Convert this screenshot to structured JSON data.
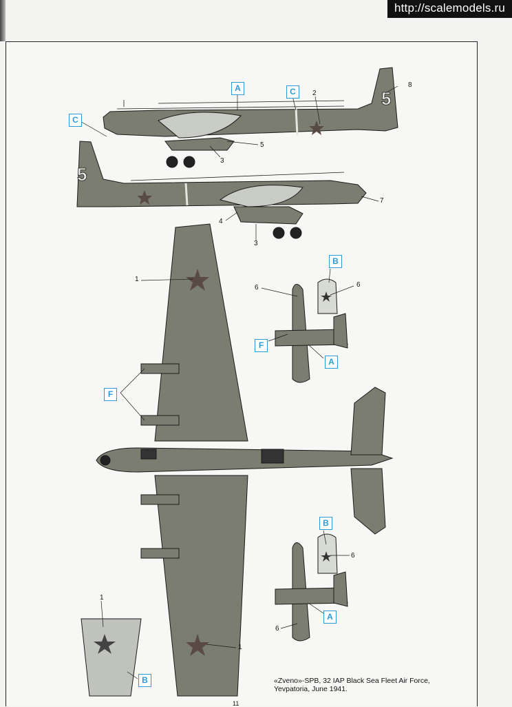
{
  "watermark": "http://scalemodels.ru",
  "callouts": {
    "A": "A",
    "B": "B",
    "C": "C",
    "F": "F"
  },
  "numbers": {
    "n1": "1",
    "n2": "2",
    "n3": "3",
    "n4": "4",
    "n5": "5",
    "n6": "6",
    "n7": "7",
    "n8": "8"
  },
  "tail_code": "5",
  "caption": {
    "line1": "«Zveno»-SPB, 32 IAP Black Sea Fleet Air Force,",
    "line2": "Yevpatoria, June 1941."
  },
  "page_number": "11",
  "colors": {
    "camouflage": "#7a7d70",
    "underside": "#d8dad4",
    "callout": "#2b9bd8",
    "ink": "#1a1a1a"
  }
}
